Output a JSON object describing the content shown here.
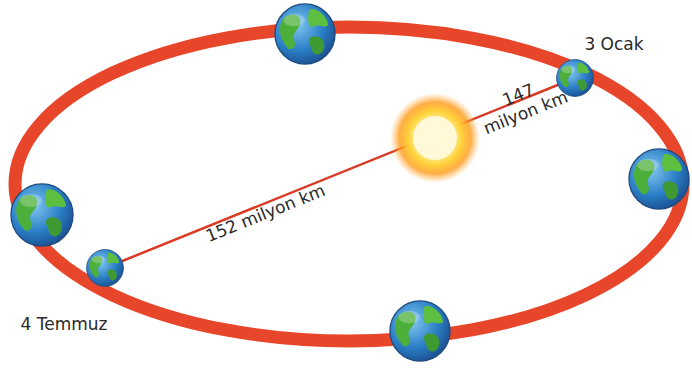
{
  "diagram": {
    "labels": [
      "3 Ocak",
      "147 milyon km",
      "152 milyon km",
      "4 Temmuz"
    ]
  }
}
